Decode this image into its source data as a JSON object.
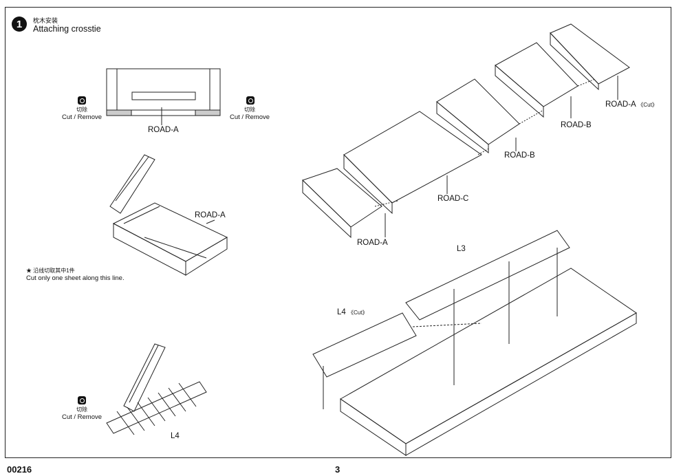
{
  "step": {
    "number": "1",
    "title_cn": "枕木安装",
    "title": "Attaching crosstie"
  },
  "labels": {
    "road_a_top": "ROAD-A",
    "road_a_mid": "ROAD-A",
    "road_a_right": "ROAD-A",
    "road_a_right_cut": "《Cut》",
    "road_b_1": "ROAD-B",
    "road_b_2": "ROAD-B",
    "road_c": "ROAD-C",
    "road_a_lower": "ROAD-A",
    "l3": "L3",
    "l4_cut": "L4",
    "l4_cut_note": "《Cut》",
    "l4_bottom": "L4"
  },
  "cut_notes": {
    "cn": "切除",
    "en": "Cut / Remove"
  },
  "sheet_note": {
    "cn": "★ 沿线切取其中1件",
    "en": "Cut only one sheet along this line."
  },
  "footer": {
    "code": "00216",
    "page": "3"
  }
}
